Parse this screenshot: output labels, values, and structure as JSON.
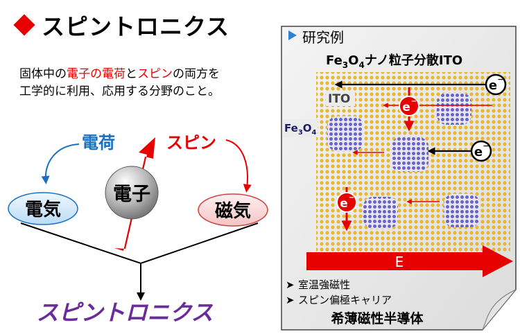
{
  "title": "スピントロニクス",
  "description": {
    "line1_a": "固体中の",
    "line1_b": "電子の電荷",
    "line1_c": "と",
    "line1_d": "スピン",
    "line1_e": "の両方を",
    "line2": "工学的に利用、応用する分野のこと。"
  },
  "diagram": {
    "charge_label": "電荷",
    "spin_label": "スピン",
    "electron_label": "電子",
    "electricity_label": "電気",
    "magnetism_label": "磁気",
    "result_label": "スピントロニクス"
  },
  "panel": {
    "heading": "研究例",
    "subtitle_fe": "Fe",
    "subtitle_3": "3",
    "subtitle_o": "O",
    "subtitle_4": "4",
    "subtitle_rest": "ナノ粒子分散ITO",
    "ito_label": "ITO",
    "fe3o4_fe": "Fe",
    "fe3o4_3": "3",
    "fe3o4_o": "O",
    "fe3o4_4": "4",
    "electron_symbol": "e",
    "electron_minus": "−",
    "field_label": "E",
    "bullet_1": "室温強磁性",
    "bullet_2": "スピン偏極キャリア",
    "footer": "希薄磁性半導体"
  },
  "colors": {
    "accent_red": "#e60000",
    "charge_blue": "#1a6fc0",
    "result_purple": "#6a2c9a",
    "ellipse_blue": "#cfe6fa",
    "ellipse_pink": "#fad6d6",
    "ito_gold": "#e7b632",
    "fe3o4_purple": "#6a64c8"
  }
}
